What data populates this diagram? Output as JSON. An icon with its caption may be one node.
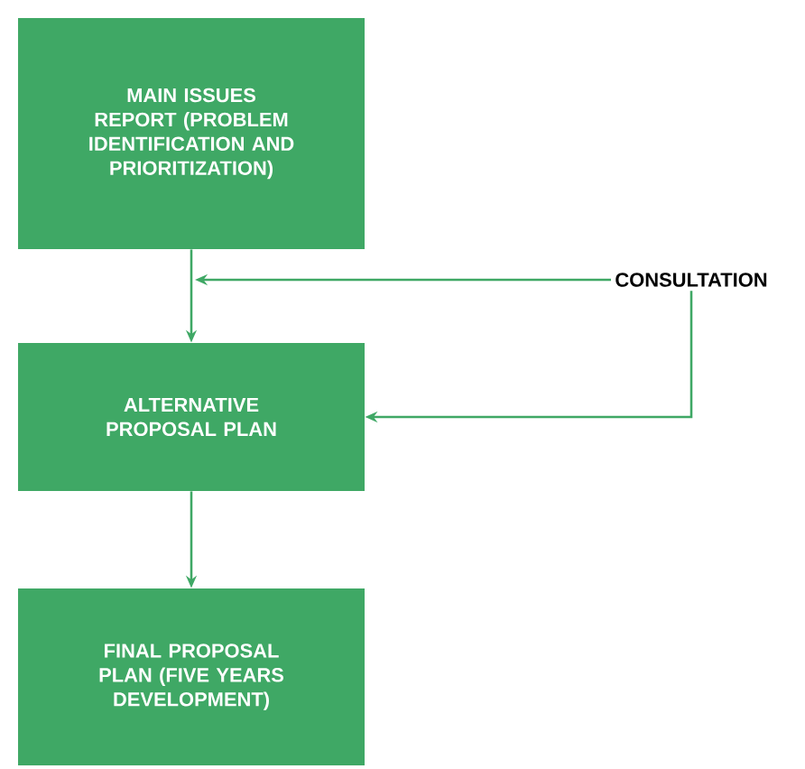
{
  "diagram": {
    "nodes": [
      {
        "text": [
          "MAIN ISSUES REPORT (PROBLEM IDENTIFICATION AND PRIORITIZATION)"
        ]
      },
      {
        "text": [
          "ALTERNATIVE PROPOSAL PLAN"
        ]
      },
      {
        "text": [
          "FINAL PROPOSAL PLAN (FIVE YEARS DEVELOPMENT)"
        ]
      },
      {
        "text": [
          "CONSULTATION"
        ]
      }
    ],
    "edges": [
      {
        "from": 0,
        "to": 1,
        "arrow": "to"
      },
      {
        "from": 1,
        "to": 2,
        "arrow": "to"
      },
      {
        "from": 3,
        "to": null,
        "arrow": "to"
      },
      {
        "from": 3,
        "to": 1,
        "arrow": "to"
      }
    ]
  }
}
